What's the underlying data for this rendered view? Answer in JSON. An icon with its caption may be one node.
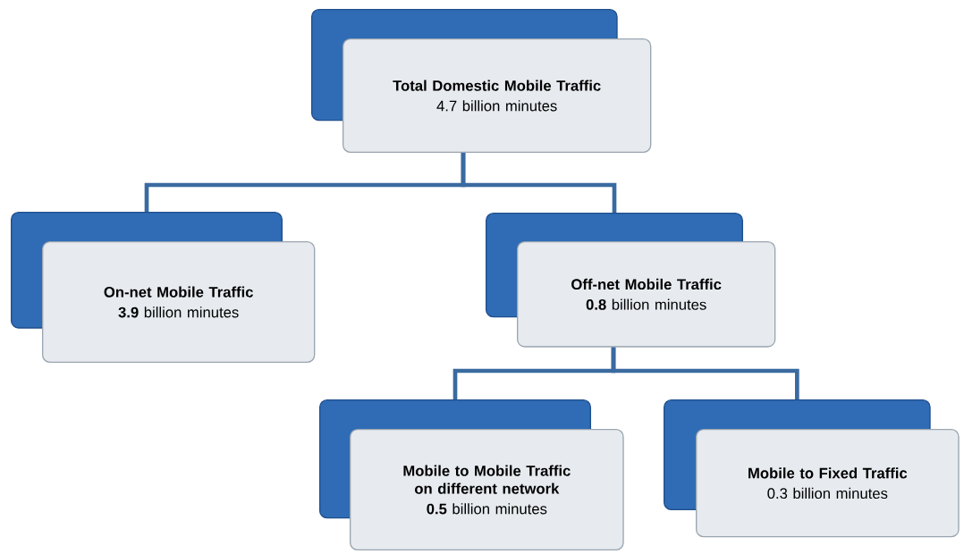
{
  "diagram": {
    "nodes": [
      {
        "text": [
          "Total Domestic Mobile Traffic",
          "4.7 billion minutes"
        ]
      },
      {
        "text": [
          "On-net Mobile Traffic",
          "**3.9** billion minutes"
        ]
      },
      {
        "text": [
          "Off-net Mobile Traffic",
          "**0.8** billion minutes"
        ]
      },
      {
        "text": [
          "Mobile to Mobile Traffic on different network",
          "**0.5** billion minutes"
        ]
      },
      {
        "text": [
          "Mobile to Fixed Traffic",
          "0.3 billion minutes"
        ]
      }
    ],
    "edges": [
      {
        "from": 0,
        "to": 1,
        "arrow": "none"
      },
      {
        "from": 0,
        "to": 2,
        "arrow": "none"
      },
      {
        "from": 2,
        "to": 3,
        "arrow": "none"
      },
      {
        "from": 2,
        "to": 4,
        "arrow": "none"
      }
    ]
  }
}
